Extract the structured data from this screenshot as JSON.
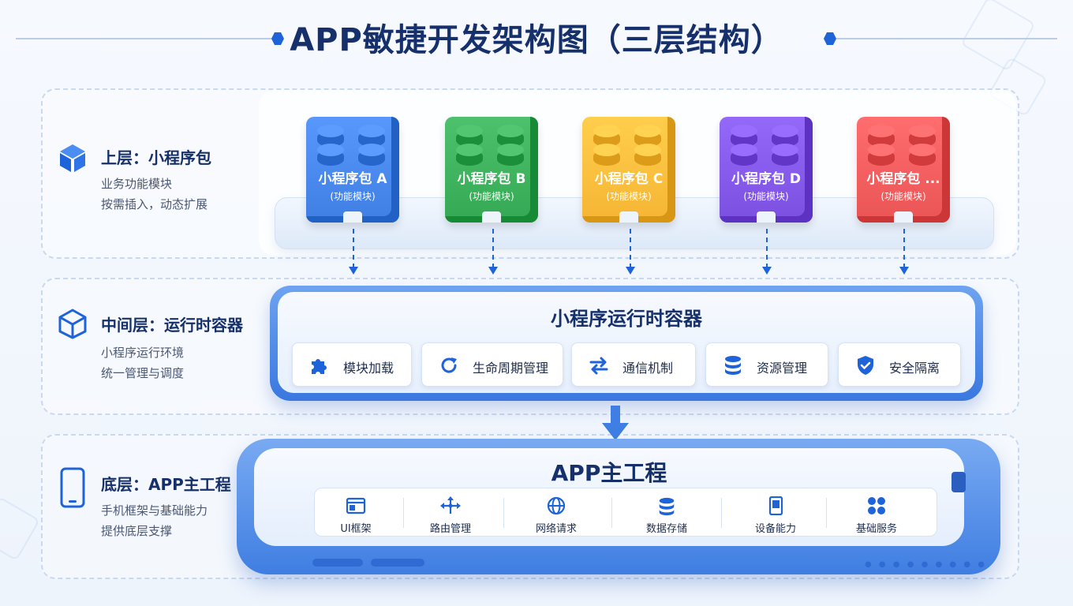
{
  "title": "APP敏捷开发架构图（三层结构）",
  "colors": {
    "primary": "#1e63d8",
    "title": "#16306b",
    "blue": "#3f7ee2",
    "green": "#34a853",
    "orange": "#f5b533",
    "purple": "#7b4fe0",
    "red": "#ea5455"
  },
  "layers": {
    "top": {
      "title": "上层：小程序包",
      "desc1": "业务功能模块",
      "desc2": "按需插入，动态扩展",
      "icon": "cube-icon"
    },
    "middle": {
      "title": "中间层：运行时容器",
      "desc1": "小程序运行环境",
      "desc2": "统一管理与调度",
      "icon": "box-outline-icon"
    },
    "bottom": {
      "title": "底层：APP主工程",
      "desc1": "手机框架与基础能力",
      "desc2": "提供底层支撑",
      "icon": "phone-icon"
    }
  },
  "packages": [
    {
      "name": "小程序包 A",
      "sub": "(功能模块)",
      "color": "#3f7ee2"
    },
    {
      "name": "小程序包 B",
      "sub": "(功能模块)",
      "color": "#34a853"
    },
    {
      "name": "小程序包 C",
      "sub": "(功能模块)",
      "color": "#f5b533"
    },
    {
      "name": "小程序包 D",
      "sub": "(功能模块)",
      "color": "#7b4fe0"
    },
    {
      "name": "小程序包 ...",
      "sub": "(功能模块)",
      "color": "#ea5455"
    }
  ],
  "container": {
    "title": "小程序运行时容器",
    "modules": [
      {
        "label": "模块加载",
        "icon": "puzzle-icon"
      },
      {
        "label": "生命周期管理",
        "icon": "cycle-icon"
      },
      {
        "label": "通信机制",
        "icon": "exchange-icon"
      },
      {
        "label": "资源管理",
        "icon": "database-icon"
      },
      {
        "label": "安全隔离",
        "icon": "shield-icon"
      }
    ]
  },
  "app": {
    "title": "APP主工程",
    "features": [
      {
        "label": "UI框架",
        "icon": "window-icon"
      },
      {
        "label": "路由管理",
        "icon": "route-icon"
      },
      {
        "label": "网络请求",
        "icon": "globe-icon"
      },
      {
        "label": "数据存储",
        "icon": "database-icon"
      },
      {
        "label": "设备能力",
        "icon": "device-icon"
      },
      {
        "label": "基础服务",
        "icon": "grid-icon"
      }
    ]
  }
}
